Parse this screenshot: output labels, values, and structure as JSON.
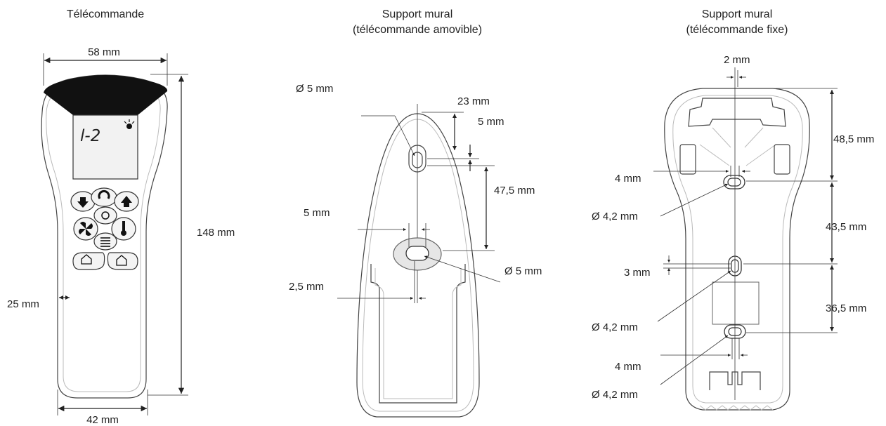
{
  "panels": {
    "remote": {
      "title": "Télécommande",
      "display_text": "l-2",
      "dims": {
        "width_top": "58 mm",
        "height": "148 mm",
        "width_bottom": "42 mm",
        "side_margin": "25 mm"
      }
    },
    "bracket_removable": {
      "title_line1": "Support mural",
      "title_line2": "(télécommande amovible)",
      "dims": {
        "hole_top_diameter": "Ø 5 mm",
        "top_offset": "23 mm",
        "top_hole_offset": "5 mm",
        "hole_spacing": "47,5 mm",
        "slot_width": "5 mm",
        "hole_bottom_diameter": "Ø 5 mm",
        "slot_height": "2,5 mm"
      }
    },
    "bracket_fixed": {
      "title_line1": "Support mural",
      "title_line2": "(télécommande fixe)",
      "dims": {
        "center_offset": "2 mm",
        "top_to_hole1": "48,5 mm",
        "hole1_width": "4 mm",
        "hole1_diameter": "Ø 4,2 mm",
        "hole1_to_hole2": "43,5 mm",
        "hole2_width": "3 mm",
        "hole2_to_hole3": "36,5 mm",
        "hole2_diameter": "Ø 4,2 mm",
        "hole3_width": "4 mm",
        "hole3_diameter": "Ø 4,2 mm"
      }
    }
  },
  "colors": {
    "line": "#222222",
    "screen_dark": "#111111",
    "background": "#ffffff"
  }
}
